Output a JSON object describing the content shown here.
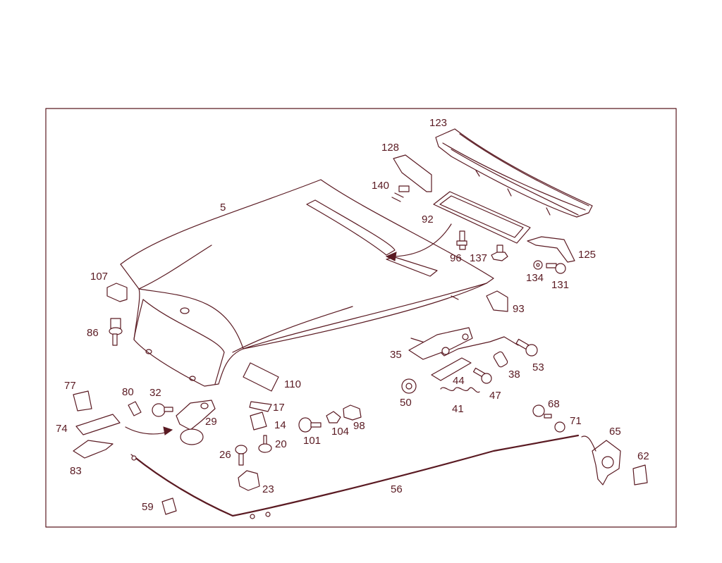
{
  "colors": {
    "line": "#5a1a22",
    "background": "#ffffff"
  },
  "callouts": [
    "5",
    "123",
    "128",
    "140",
    "92",
    "96",
    "137",
    "125",
    "134",
    "131",
    "107",
    "86",
    "93",
    "35",
    "53",
    "38",
    "44",
    "47",
    "50",
    "41",
    "110",
    "77",
    "80",
    "32",
    "29",
    "74",
    "83",
    "17",
    "14",
    "20",
    "26",
    "23",
    "101",
    "104",
    "98",
    "68",
    "71",
    "65",
    "62",
    "56",
    "59"
  ]
}
